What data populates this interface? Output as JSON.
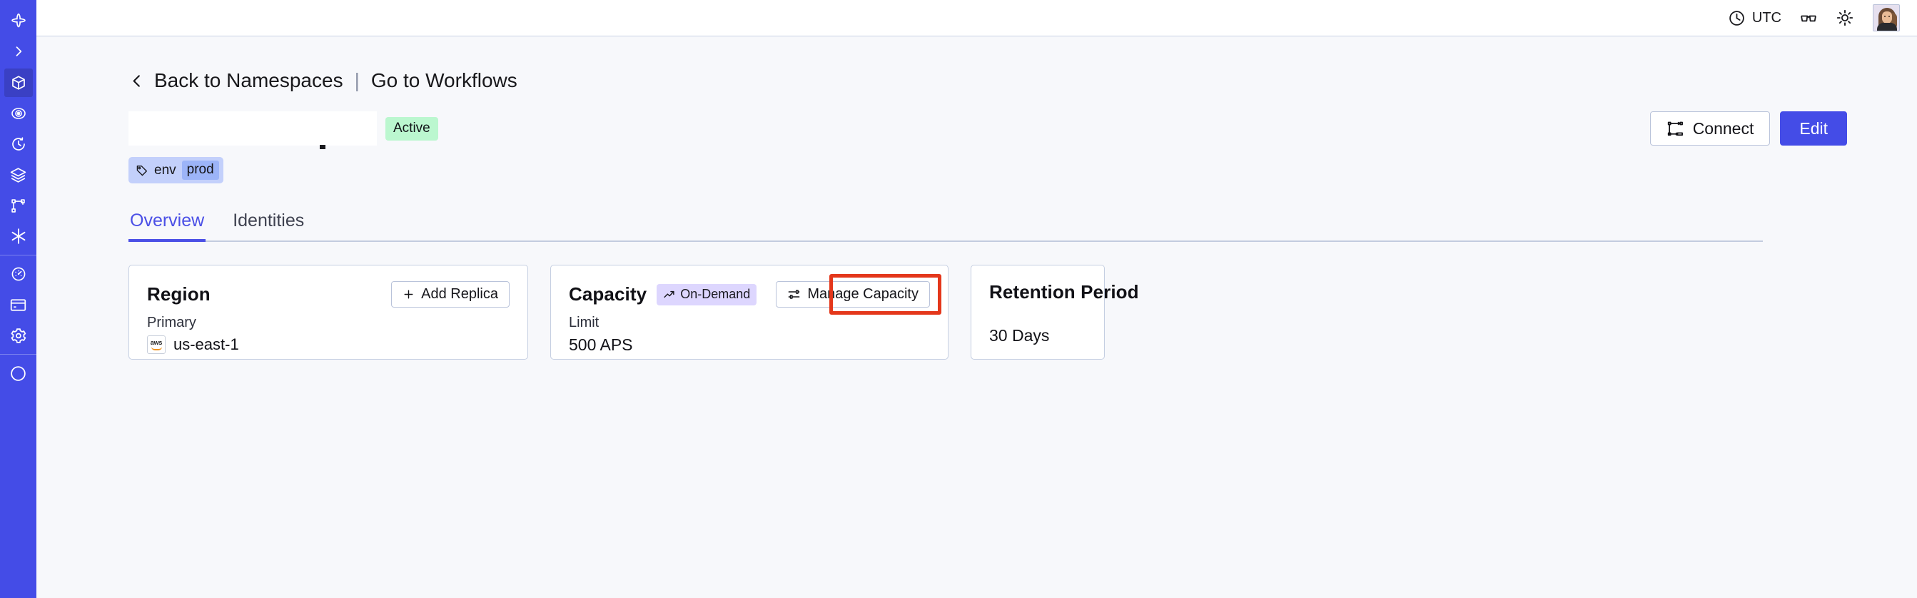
{
  "sidebar": {
    "brand_color": "#444ce7",
    "active_color": "#3a40c4",
    "items": [
      {
        "name": "logo",
        "icon": "temporal-logo-icon",
        "label": "Temporal"
      },
      {
        "name": "expand",
        "icon": "chevron-right-icon",
        "label": "Expand sidebar"
      },
      {
        "name": "namespaces",
        "icon": "cube-icon",
        "label": "Namespaces",
        "active": true
      },
      {
        "name": "observability",
        "icon": "eye-icon",
        "label": "Observability"
      },
      {
        "name": "history",
        "icon": "clock-rewind-icon",
        "label": "History"
      },
      {
        "name": "layers",
        "icon": "layers-icon",
        "label": "Layers"
      },
      {
        "name": "workflows",
        "icon": "git-branch-icon",
        "label": "Workflows"
      },
      {
        "name": "nexus",
        "icon": "asterisk-icon",
        "label": "Nexus"
      },
      {
        "name": "usage",
        "icon": "gauge-icon",
        "label": "Usage"
      },
      {
        "name": "billing",
        "icon": "credit-card-icon",
        "label": "Billing"
      },
      {
        "name": "settings",
        "icon": "gear-icon",
        "label": "Settings"
      }
    ]
  },
  "topbar": {
    "timezone_icon": "clock-icon",
    "timezone": "UTC",
    "readonly_icon": "glasses-icon",
    "theme_icon": "sun-icon",
    "avatar_icon": "user-avatar"
  },
  "breadcrumb": {
    "back_icon": "chevron-left-icon",
    "back_label": "Back to Namespaces",
    "separator": "|",
    "forward_label": "Go to Workflows"
  },
  "namespace": {
    "title": "",
    "title_redacted": true,
    "status": "Active",
    "status_color": "#bbf7cf",
    "tag": {
      "icon": "tag-icon",
      "key": "env",
      "value": "prod"
    },
    "actions": {
      "connect_icon": "connect-flow-icon",
      "connect_label": "Connect",
      "edit_label": "Edit",
      "edit_color": "#444ce7"
    }
  },
  "tabs": [
    {
      "label": "Overview",
      "active": true
    },
    {
      "label": "Identities",
      "active": false
    }
  ],
  "cards": {
    "region": {
      "title": "Region",
      "action_icon": "plus-icon",
      "action_label": "Add Replica",
      "sub_label": "Primary",
      "provider_icon": "aws-logo-icon",
      "value": "us-east-1"
    },
    "capacity": {
      "title": "Capacity",
      "pill_icon": "trend-up-icon",
      "pill_label": "On-Demand",
      "pill_color": "#ddd6fe",
      "action_icon": "sliders-icon",
      "action_label": "Manage Capacity",
      "sub_label": "Limit",
      "value": "500 APS",
      "highlighted": true,
      "highlight_color": "#e4371b"
    },
    "retention": {
      "title": "Retention Period",
      "value": "30 Days"
    }
  }
}
